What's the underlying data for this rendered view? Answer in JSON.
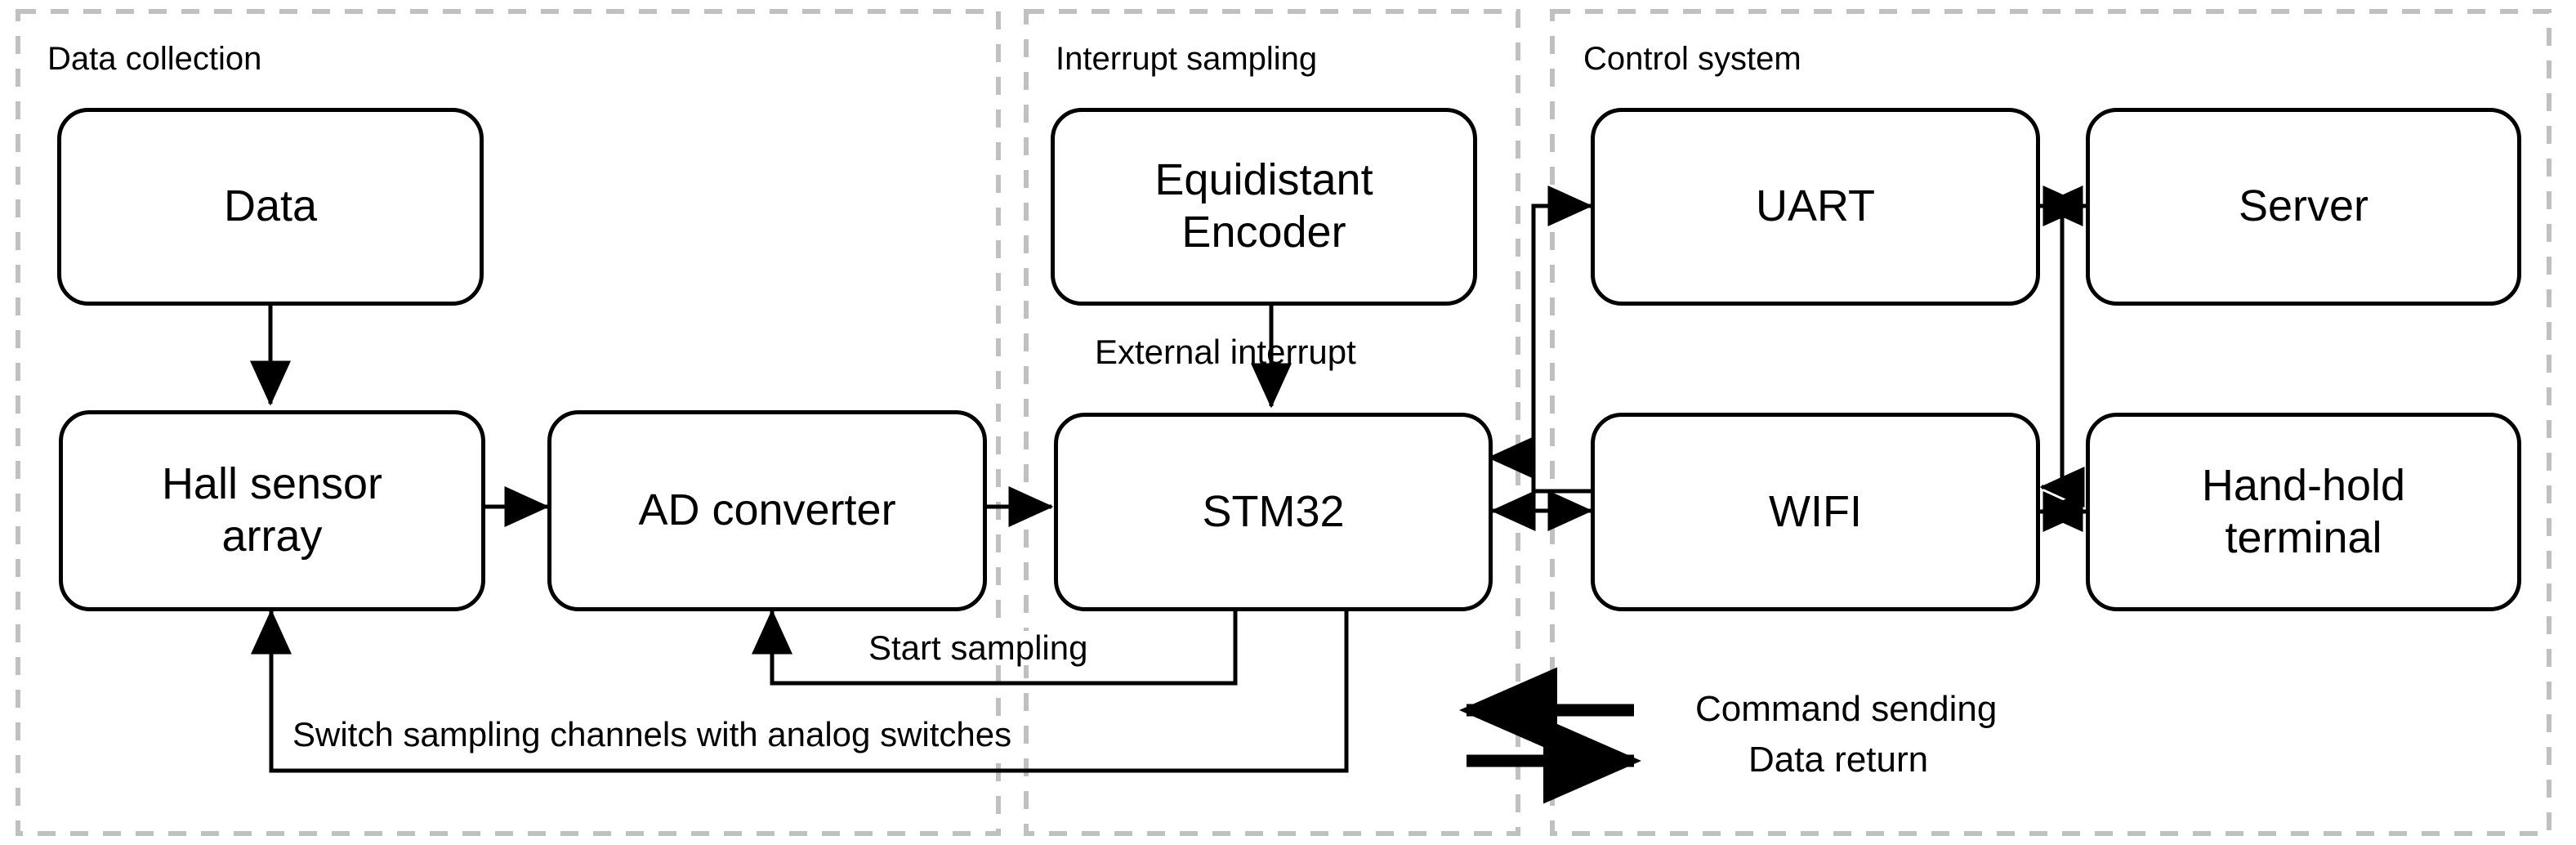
{
  "diagram": {
    "title": "Hall sensor data acquisition and control system block diagram",
    "colors": {
      "node_stroke": "#000000",
      "node_fill": "#ffffff",
      "panel_stroke": "#c0c0c0",
      "connector": "#000000",
      "background": "#ffffff"
    },
    "panels": [
      {
        "id": "data-collection",
        "label": "Data collection"
      },
      {
        "id": "interrupt-sampling",
        "label": "Interrupt sampling"
      },
      {
        "id": "control-system",
        "label": "Control system"
      }
    ],
    "nodes": [
      {
        "id": "data",
        "label": "Data",
        "panel": "data-collection"
      },
      {
        "id": "hall-sensor-array",
        "label": "Hall sensor\narray",
        "line1": "Hall sensor",
        "line2": "array",
        "panel": "data-collection"
      },
      {
        "id": "ad-converter",
        "label": "AD converter",
        "panel": "data-collection"
      },
      {
        "id": "equidistant-encoder",
        "label": "Equidistant\nEncoder",
        "line1": "Equidistant",
        "line2": "Encoder",
        "panel": "interrupt-sampling"
      },
      {
        "id": "stm32",
        "label": "STM32",
        "panel": "interrupt-sampling"
      },
      {
        "id": "uart",
        "label": "UART",
        "panel": "control-system"
      },
      {
        "id": "server",
        "label": "Server",
        "panel": "control-system"
      },
      {
        "id": "wifi",
        "label": "WIFI",
        "panel": "control-system"
      },
      {
        "id": "hand-hold-terminal",
        "label": "Hand-hold\nterminal",
        "line1": "Hand-hold",
        "line2": "terminal",
        "panel": "control-system"
      }
    ],
    "edge_labels": [
      {
        "id": "external-interrupt",
        "text": "External interrupt"
      },
      {
        "id": "start-sampling",
        "text": "Start sampling"
      },
      {
        "id": "switch-sampling-channels",
        "text": "Switch sampling channels with analog switches"
      }
    ],
    "legend": {
      "items": [
        {
          "id": "command-sending",
          "label": "Command sending",
          "direction": "left"
        },
        {
          "id": "data-return",
          "label": "Data return",
          "direction": "right"
        }
      ]
    },
    "connections": [
      {
        "from": "data",
        "to": "hall-sensor-array",
        "type": "arrow",
        "label": ""
      },
      {
        "from": "hall-sensor-array",
        "to": "ad-converter",
        "type": "arrow",
        "label": ""
      },
      {
        "from": "ad-converter",
        "to": "stm32",
        "type": "arrow",
        "label": ""
      },
      {
        "from": "equidistant-encoder",
        "to": "stm32",
        "type": "arrow",
        "label": "External interrupt"
      },
      {
        "from": "stm32",
        "to": "ad-converter",
        "type": "arrow",
        "label": "Start sampling"
      },
      {
        "from": "stm32",
        "to": "hall-sensor-array",
        "type": "arrow",
        "label": "Switch sampling channels with analog switches"
      },
      {
        "from": "uart",
        "to": "stm32",
        "type": "arrow",
        "label": ""
      },
      {
        "from": "stm32",
        "to": "wifi",
        "type": "bidirectional",
        "label": ""
      },
      {
        "from": "uart",
        "to": "server",
        "type": "bidirectional",
        "label": ""
      },
      {
        "from": "wifi",
        "to": "hand-hold-terminal",
        "type": "bidirectional",
        "label": ""
      },
      {
        "from": "server",
        "to": "wifi",
        "type": "arrow",
        "label": ""
      }
    ]
  }
}
